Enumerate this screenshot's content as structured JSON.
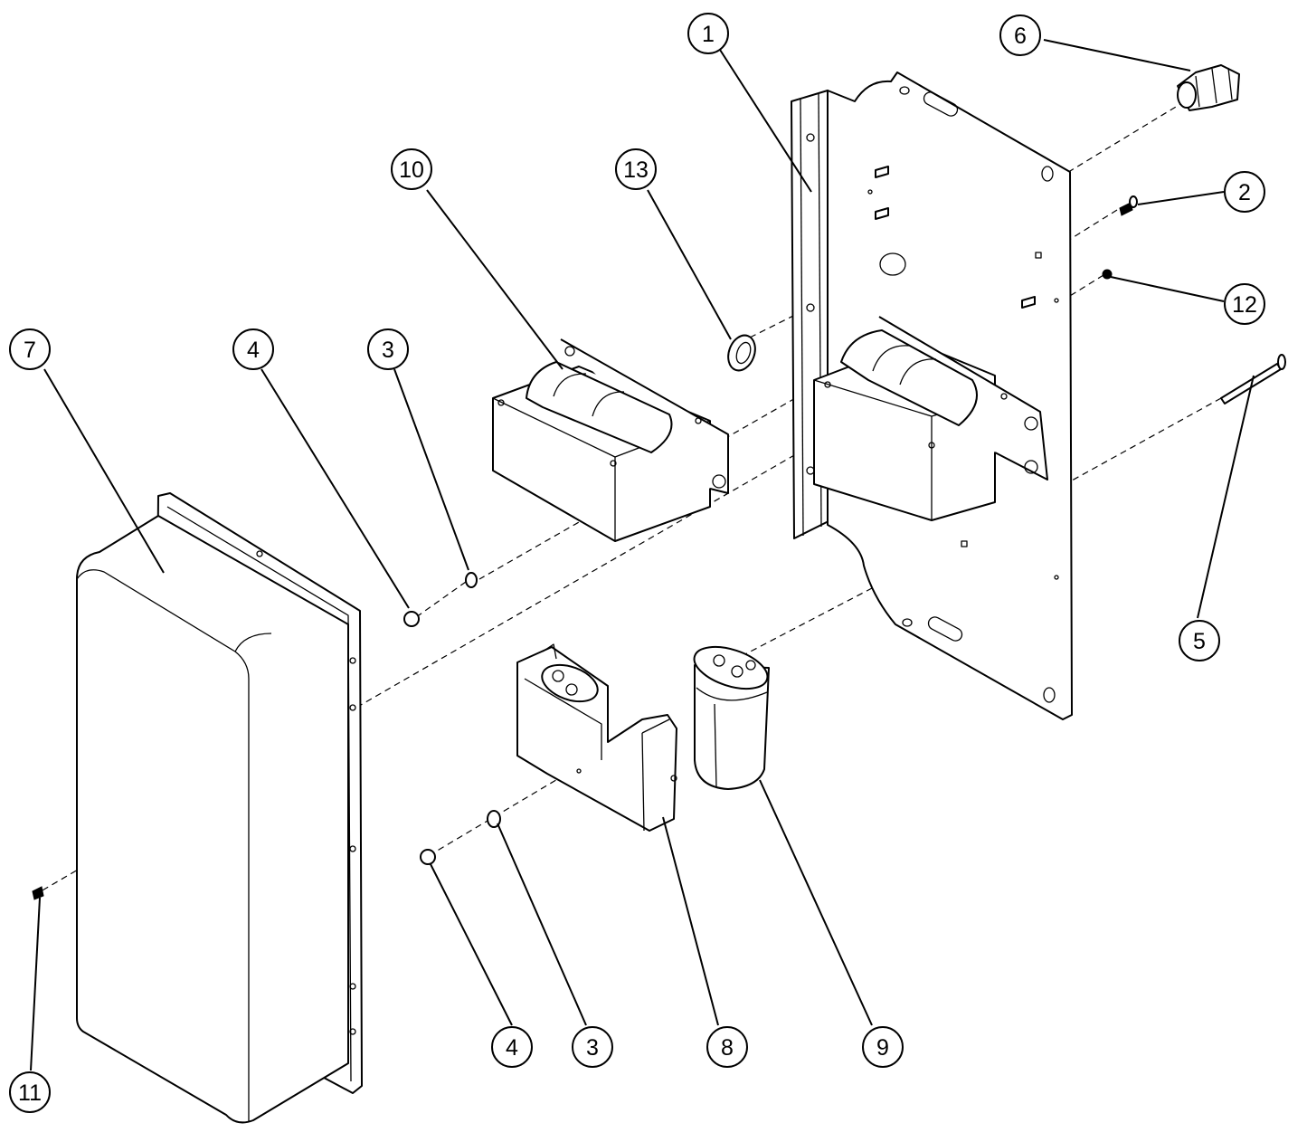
{
  "callouts": [
    {
      "id": "c1",
      "label": "1"
    },
    {
      "id": "c2",
      "label": "2"
    },
    {
      "id": "c3a",
      "label": "3"
    },
    {
      "id": "c3b",
      "label": "3"
    },
    {
      "id": "c4a",
      "label": "4"
    },
    {
      "id": "c4b",
      "label": "4"
    },
    {
      "id": "c5",
      "label": "5"
    },
    {
      "id": "c6",
      "label": "6"
    },
    {
      "id": "c7",
      "label": "7"
    },
    {
      "id": "c8",
      "label": "8"
    },
    {
      "id": "c9",
      "label": "9"
    },
    {
      "id": "c10",
      "label": "10"
    },
    {
      "id": "c11",
      "label": "11"
    },
    {
      "id": "c12",
      "label": "12"
    },
    {
      "id": "c13",
      "label": "13"
    }
  ],
  "colors": {
    "ink": "#000000",
    "paper": "#ffffff"
  }
}
